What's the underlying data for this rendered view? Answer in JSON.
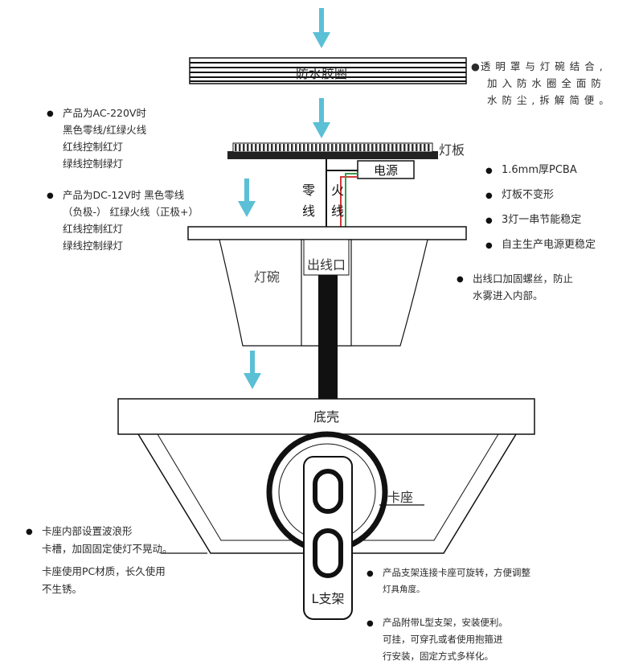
{
  "labels": {
    "gasket": "防水胶圈",
    "board": "灯板",
    "power": "电源",
    "neutral_1": "零",
    "neutral_2": "线",
    "live_1": "火",
    "live_2": "线",
    "outlet": "出线口",
    "bowl": "灯碗",
    "base": "底壳",
    "seat": "卡座",
    "bracket": "L支架"
  },
  "notes": {
    "top_right": [
      "●透 明 罩 与 灯 碗 结 合 ,",
      "加 入 防 水 圈 全 面 防",
      "水 防 尘 , 拆 解 简 便 。"
    ],
    "ac": [
      "产品为AC-220V时",
      "黑色零线/红绿火线",
      "红线控制红灯",
      "绿线控制绿灯"
    ],
    "dc": [
      "产品为DC-12V时 黑色零线",
      "（负极-） 红绿火线（正极+）",
      "红线控制红灯",
      "绿线控制绿灯"
    ],
    "board_specs": [
      "1.6mm厚PCBA",
      "灯板不变形",
      "3灯一串节能稳定",
      "自主生产电源更稳定"
    ],
    "outlet": [
      "出线口加固螺丝，防止",
      "水雾进入内部。"
    ],
    "seat_left": [
      "卡座内部设置波浪形",
      "卡槽，加固固定使灯不晃动。",
      "卡座使用PC材质，长久使用",
      "不生锈。"
    ],
    "rotate": [
      "产品支架连接卡座可旋转，方便调整",
      "灯具角度。"
    ],
    "bracket": [
      "产品附带L型支架，安装便利。",
      "可挂，可穿孔或者使用抱箍进",
      "行安装，固定方式多样化。"
    ]
  },
  "colors": {
    "arrow": "#5bbfd6",
    "line": "#111111",
    "red_wire": "#d23a3a",
    "green_wire": "#3a9a4a"
  }
}
